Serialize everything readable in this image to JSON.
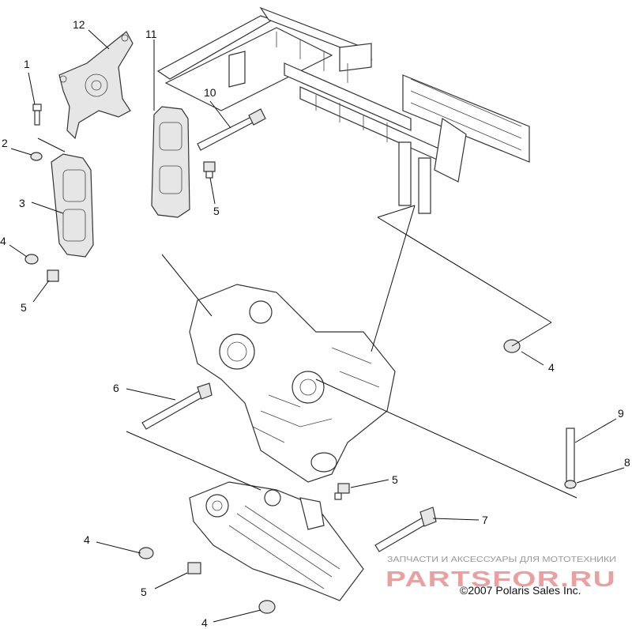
{
  "callouts": {
    "c1": "1",
    "c2": "2",
    "c3": "3",
    "c4a": "4",
    "c5a": "5",
    "c12": "12",
    "c11": "11",
    "c10": "10",
    "c5b": "5",
    "c4b": "4",
    "c6": "6",
    "c9": "9",
    "c8": "8",
    "c5c": "5",
    "c7": "7",
    "c4c": "4",
    "c5d": "5",
    "c4d": "4"
  },
  "watermark": {
    "tagline": "ЗАПЧАСТИ И АКСЕССУАРЫ ДЛЯ МОТОТЕХНИКИ",
    "brand": "PARTSFOR.RU"
  },
  "copyright": "©2007 Polaris Sales Inc."
}
